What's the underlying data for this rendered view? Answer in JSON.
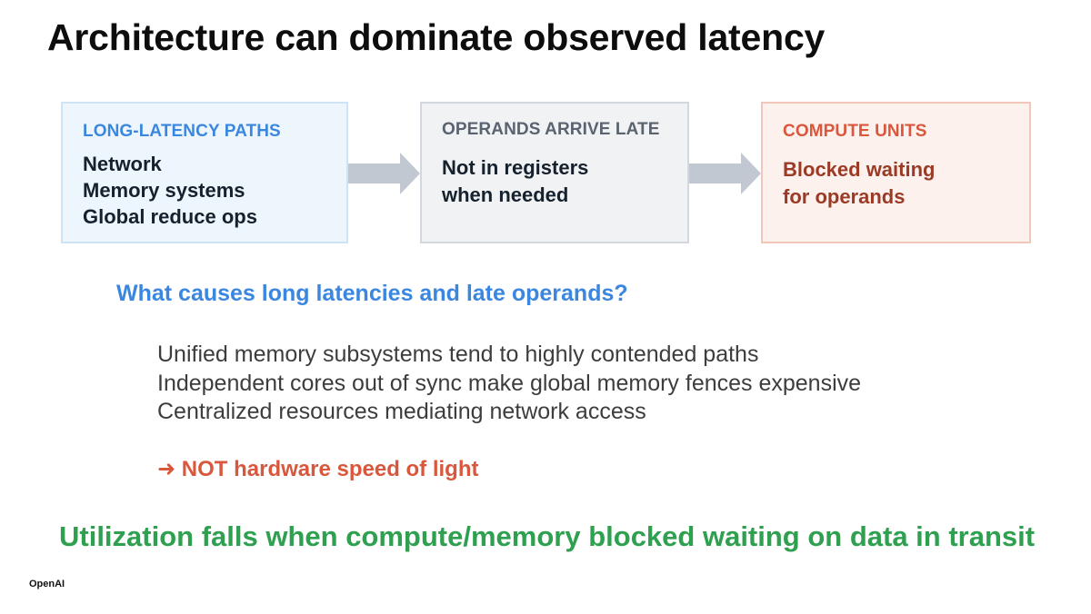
{
  "title": "Architecture can dominate observed latency",
  "boxes": [
    {
      "heading": "LONG-LATENCY PATHS",
      "lines": [
        "Network",
        "Memory systems",
        "Global reduce ops"
      ]
    },
    {
      "heading": "OPERANDS ARRIVE LATE",
      "lines": [
        "Not in registers",
        "when needed"
      ]
    },
    {
      "heading": "COMPUTE UNITS",
      "lines": [
        "Blocked waiting",
        "for operands"
      ]
    }
  ],
  "question": "What causes long latencies and late operands?",
  "causes": [
    "Unified memory subsystems tend to highly contended paths",
    "Independent cores out of sync make global memory fences expensive",
    "Centralized resources mediating network access"
  ],
  "not_line": "➜ NOT hardware speed of light",
  "conclusion": "Utilization falls when compute/memory blocked waiting on data in transit",
  "logo": "OpenAI",
  "colors": {
    "blue_accent": "#3b87e0",
    "red_accent": "#d9573c",
    "green_accent": "#2ea04f",
    "arrow": "#c2c8d2"
  }
}
